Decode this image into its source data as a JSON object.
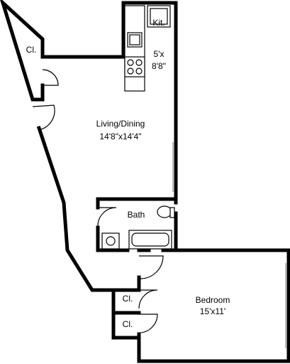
{
  "rooms": {
    "closet_top": {
      "name": "Cl."
    },
    "kitchen": {
      "name": "Kit.",
      "dim_line1": "5'x",
      "dim_line2": "8'8\""
    },
    "living": {
      "name": "Living/Dining",
      "dims": "14'8\"x14'4\""
    },
    "bath": {
      "name": "Bath"
    },
    "bedroom": {
      "name": "Bedroom",
      "dims": "15'x11'"
    },
    "closet_bed_1": {
      "name": "Cl."
    },
    "closet_bed_2": {
      "name": "Cl."
    }
  }
}
